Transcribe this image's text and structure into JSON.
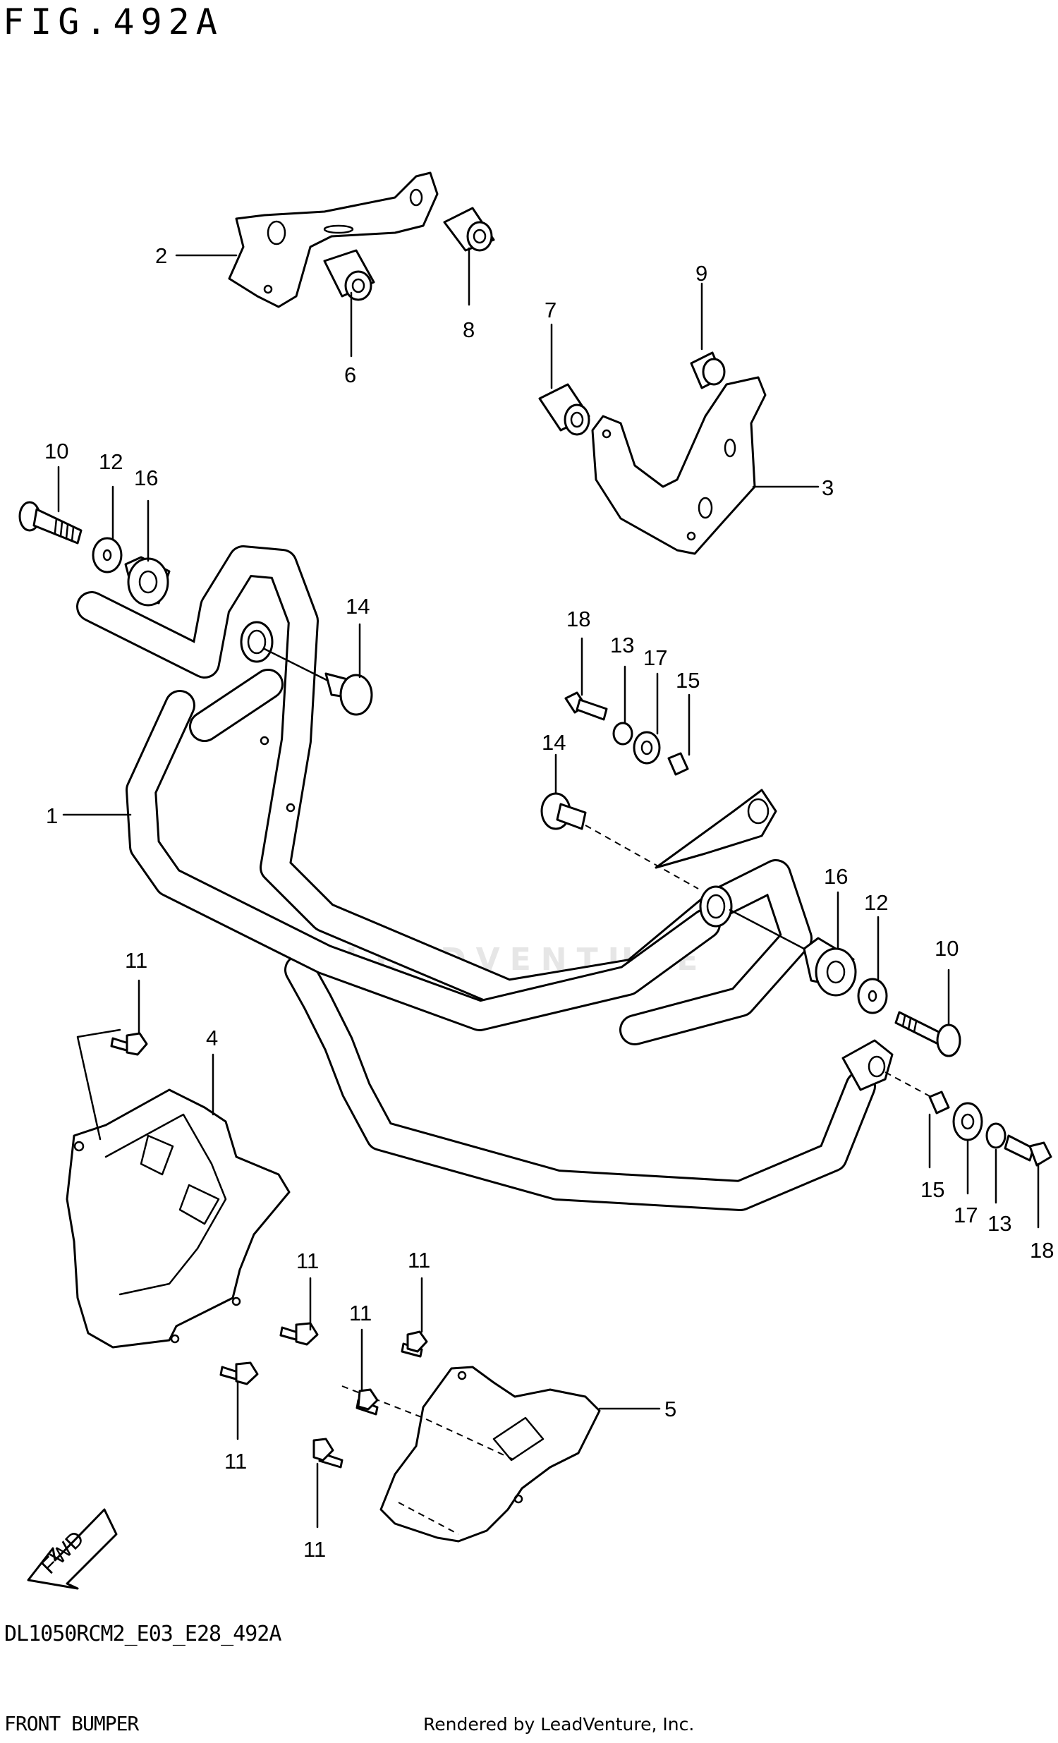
{
  "figure": {
    "title": "FIG.492A",
    "code": "DL1050RCM2_E03_E28_492A",
    "name": "FRONT BUMPER",
    "credit": "Rendered by LeadVenture, Inc.",
    "watermark": "LEADVENTURE"
  },
  "callouts": {
    "c1": "1",
    "c2": "2",
    "c3": "3",
    "c4": "4",
    "c5": "5",
    "c6": "6",
    "c7": "7",
    "c8": "8",
    "c9": "9",
    "c10a": "10",
    "c10b": "10",
    "c11a": "11",
    "c11b": "11",
    "c11c": "11",
    "c11d": "11",
    "c11e": "11",
    "c11f": "11",
    "c12a": "12",
    "c12b": "12",
    "c13a": "13",
    "c13b": "13",
    "c14a": "14",
    "c14b": "14",
    "c15a": "15",
    "c15b": "15",
    "c16a": "16",
    "c16b": "16",
    "c17a": "17",
    "c17b": "17",
    "c18a": "18",
    "c18b": "18"
  },
  "fwd_label": "FWD"
}
